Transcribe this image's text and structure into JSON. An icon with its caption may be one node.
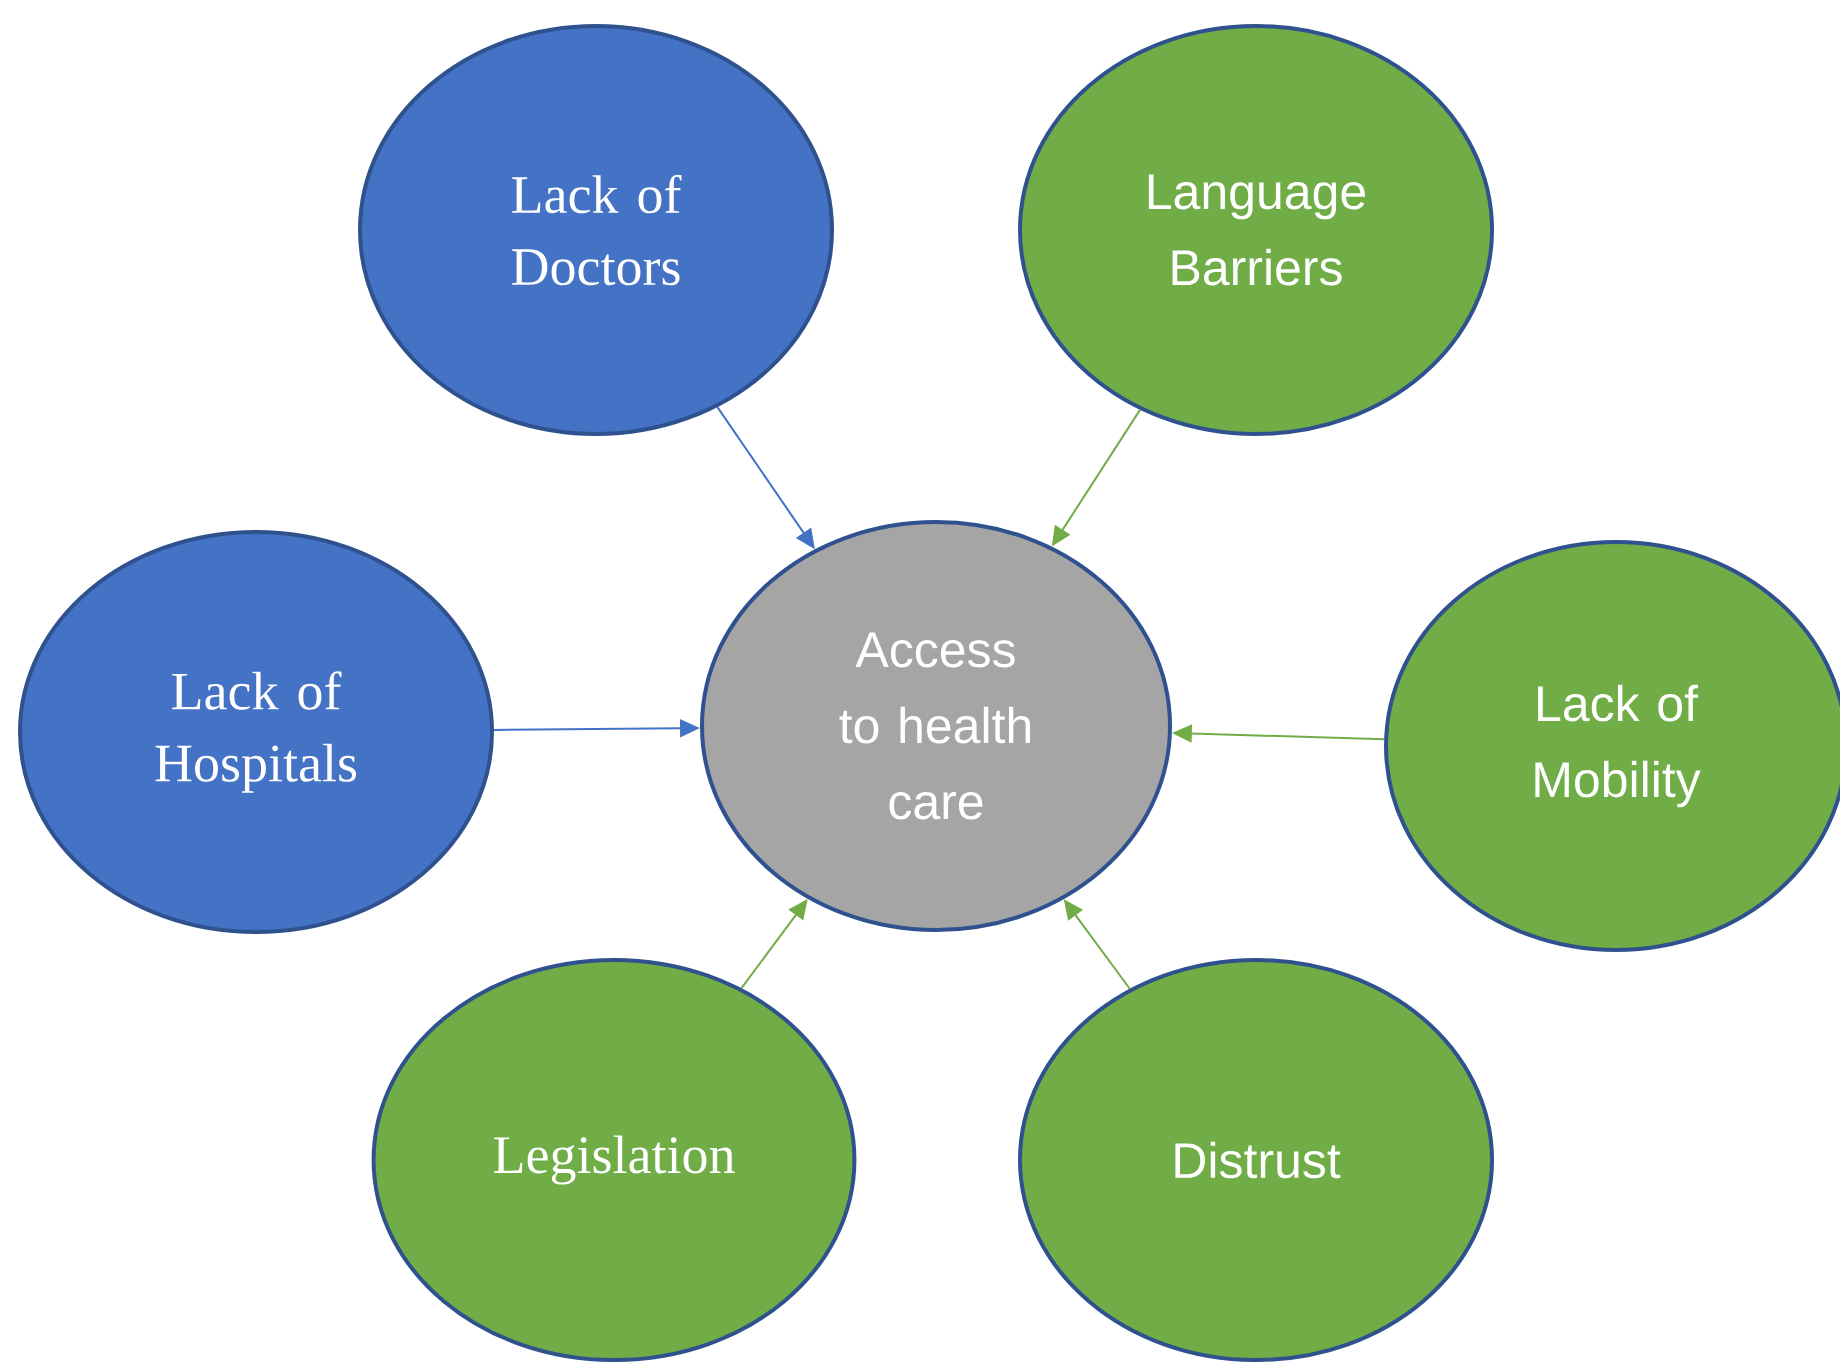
{
  "diagram": {
    "nodes": [
      {
        "text": [
          "Access to health care"
        ]
      },
      {
        "text": [
          "Lack of Doctors"
        ]
      },
      {
        "text": [
          "Language Barriers"
        ]
      },
      {
        "text": [
          "Lack of Hospitals"
        ]
      },
      {
        "text": [
          "Lack of Mobility"
        ]
      },
      {
        "text": [
          "Legislation"
        ]
      },
      {
        "text": [
          "Distrust"
        ]
      }
    ],
    "edges": [
      {
        "from": 1,
        "to": 0,
        "arrow": "to",
        "color": "#4472c4"
      },
      {
        "from": 2,
        "to": 0,
        "arrow": "to"
      },
      {
        "from": 3,
        "to": 0,
        "arrow": "to",
        "color": "#4472c4"
      },
      {
        "from": 4,
        "to": 0,
        "arrow": "to"
      },
      {
        "from": 5,
        "to": 0,
        "arrow": "to"
      },
      {
        "from": 6,
        "to": 0,
        "arrow": "to"
      }
    ]
  }
}
